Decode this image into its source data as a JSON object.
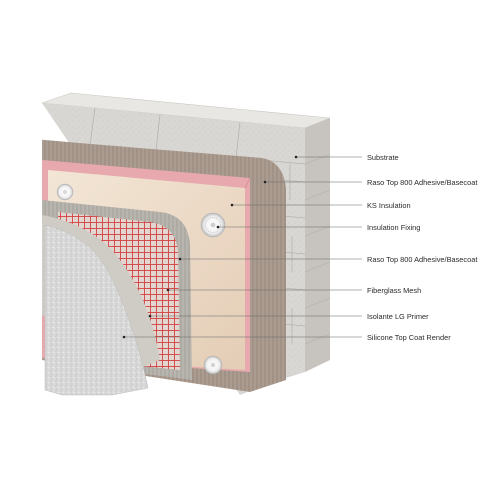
{
  "diagram": {
    "layers": [
      {
        "id": "substrate",
        "label": "Substrate"
      },
      {
        "id": "adhesive-1",
        "label": "Raso Top 800 Adhesive/Basecoat"
      },
      {
        "id": "ks-insulation",
        "label": "KS Insulation"
      },
      {
        "id": "insulation-fixing",
        "label": "Insulation Fixing"
      },
      {
        "id": "adhesive-2",
        "label": "Raso Top 800 Adhesive/Basecoat"
      },
      {
        "id": "fiberglass-mesh",
        "label": "Fiberglass Mesh"
      },
      {
        "id": "primer",
        "label": "Isolante LG Primer"
      },
      {
        "id": "render",
        "label": "Silicone Top Coat Render"
      }
    ],
    "colors": {
      "block": "#d9d7d3",
      "block_top": "#e8e6e2",
      "block_mortar": "#b7b4ae",
      "adhesive": "#a8998d",
      "insulation": "#ead6c2",
      "insulation_edge": "#e7a9ad",
      "basecoat": "#b5b1ab",
      "mesh": "#d63b3b",
      "primer": "#cfcbc5",
      "render": "#d8d8d8"
    }
  }
}
